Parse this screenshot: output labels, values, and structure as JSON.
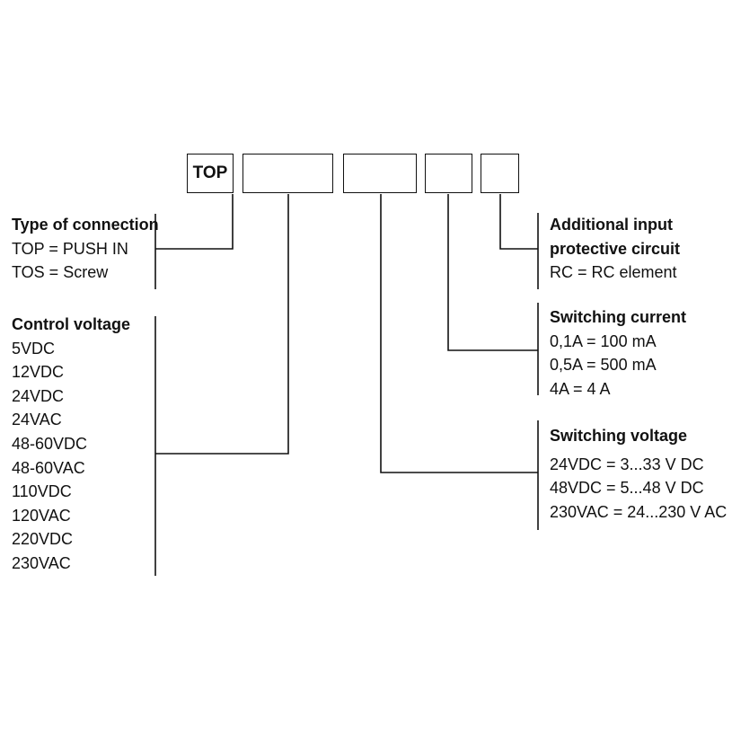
{
  "code_boxes": [
    {
      "label": "TOP"
    },
    {
      "label": ""
    },
    {
      "label": ""
    },
    {
      "label": ""
    },
    {
      "label": ""
    }
  ],
  "connection": {
    "title": "Type of connection",
    "options": [
      "TOP = PUSH IN",
      "TOS = Screw"
    ]
  },
  "control_voltage": {
    "title": "Control voltage",
    "options": [
      "5VDC",
      "12VDC",
      "24VDC",
      "24VAC",
      "48-60VDC",
      "48-60VAC",
      "110VDC",
      "120VAC",
      "220VDC",
      "230VAC"
    ]
  },
  "input_protection": {
    "title_lines": [
      "Additional input",
      "protective circuit"
    ],
    "options": [
      "RC = RC element"
    ]
  },
  "switching_current": {
    "title": "Switching current",
    "options": [
      "0,1A = 100 mA",
      "0,5A = 500 mA",
      "4A = 4 A"
    ]
  },
  "switching_voltage": {
    "title": "Switching voltage",
    "options": [
      "24VDC = 3...33 V DC",
      "48VDC = 5...48 V DC",
      "230VAC = 24...230 V AC"
    ]
  },
  "colors": {
    "line": "#111111",
    "background": "#ffffff"
  }
}
